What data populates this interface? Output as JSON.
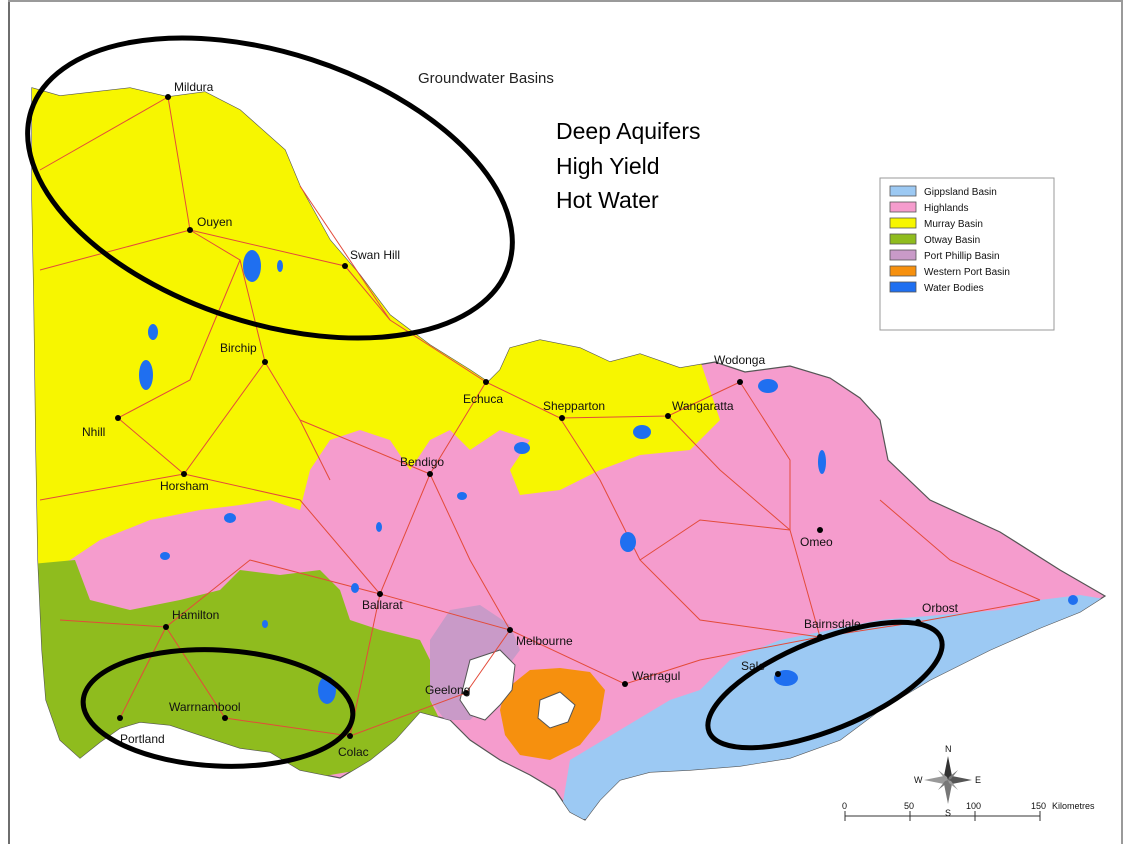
{
  "map": {
    "title": "Groundwater Basins",
    "annotation_lines": [
      "Deep Aquifers",
      "High Yield",
      "Hot Water"
    ],
    "colors": {
      "gippsland": "#9cc9f3",
      "highlands": "#f59ccd",
      "murray": "#f7f600",
      "otway": "#8fbc1e",
      "port_phillip": "#c99ac8",
      "western_port": "#f6900e",
      "water": "#1f6ff0",
      "roads": "#e34b3a",
      "circles": "#000000"
    },
    "legend": [
      {
        "label": "Gippsland Basin",
        "color": "#9cc9f3"
      },
      {
        "label": "Highlands",
        "color": "#f59ccd"
      },
      {
        "label": "Murray Basin",
        "color": "#f7f600"
      },
      {
        "label": "Otway Basin",
        "color": "#8fbc1e"
      },
      {
        "label": "Port Phillip Basin",
        "color": "#c99ac8"
      },
      {
        "label": "Western Port Basin",
        "color": "#f6900e"
      },
      {
        "label": "Water Bodies",
        "color": "#1f6ff0"
      }
    ],
    "cities": {
      "mildura": "Mildura",
      "ouyen": "Ouyen",
      "swan_hill": "Swan Hill",
      "birchip": "Birchip",
      "nhill": "Nhill",
      "horsham": "Horsham",
      "echuca": "Echuca",
      "shepparton": "Shepparton",
      "wangaratta": "Wangaratta",
      "wodonga": "Wodonga",
      "bendigo": "Bendigo",
      "omeo": "Omeo",
      "ballarat": "Ballarat",
      "hamilton": "Hamilton",
      "melbourne": "Melbourne",
      "bairnsdale": "Bairnsdale",
      "orbost": "Orbost",
      "warrnambool": "Warrnambool",
      "portland": "Portland",
      "geelong": "Geelong",
      "colac": "Colac",
      "warragul": "Warragul",
      "sale": "Sale"
    },
    "scale": {
      "ticks": [
        "0",
        "50",
        "100",
        "150"
      ],
      "unit": "Kilometres"
    },
    "compass_letters": [
      "N",
      "E",
      "S",
      "W"
    ]
  }
}
